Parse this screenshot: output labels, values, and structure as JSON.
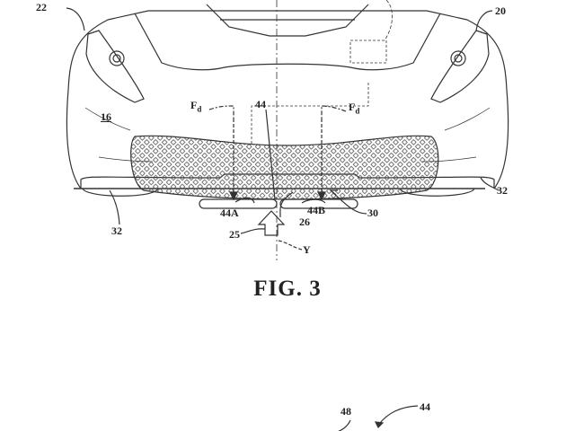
{
  "figure": {
    "caption": "FIG. 3"
  },
  "labels": {
    "l22": "22",
    "l20": "20",
    "fd_left": "F",
    "fd_left_sub": "d",
    "l44_top": "44",
    "fd_right": "F",
    "fd_right_sub": "d",
    "l16": "16",
    "l32_right": "32",
    "l32_left": "32",
    "l44A": "44A",
    "l26": "26",
    "l44B": "44B",
    "l30": "30",
    "l25": "25",
    "lY": "Y",
    "l48": "48",
    "l44_bottom": "44"
  }
}
